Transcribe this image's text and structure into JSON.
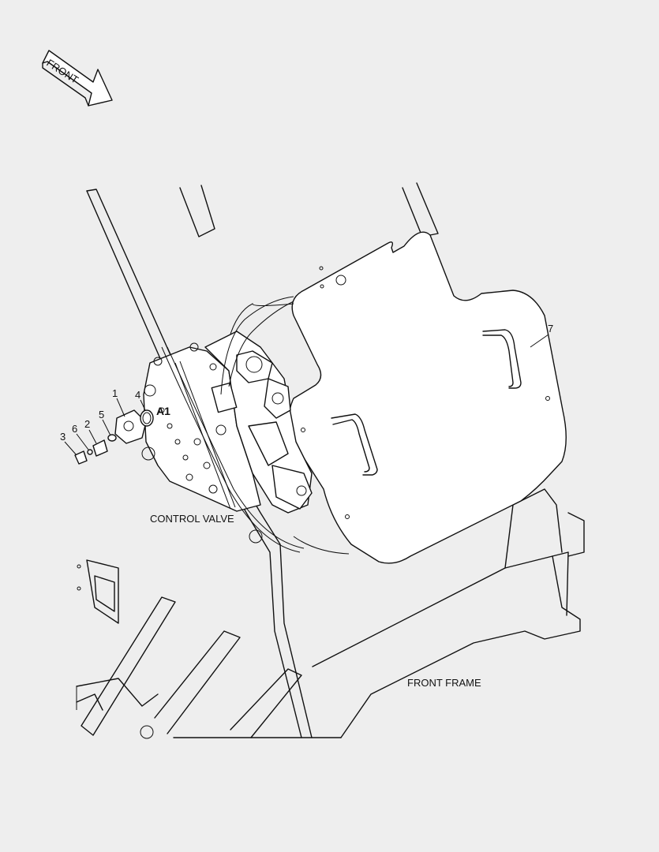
{
  "labels": {
    "front_arrow": "FRONT",
    "control_valve": "CONTROL VALVE",
    "front_frame": "FRONT FRAME",
    "detail_ref": "A1"
  },
  "callouts": {
    "c1": "1",
    "c2": "2",
    "c3": "3",
    "c4": "4",
    "c5": "5",
    "c6": "6",
    "c7": "7"
  }
}
